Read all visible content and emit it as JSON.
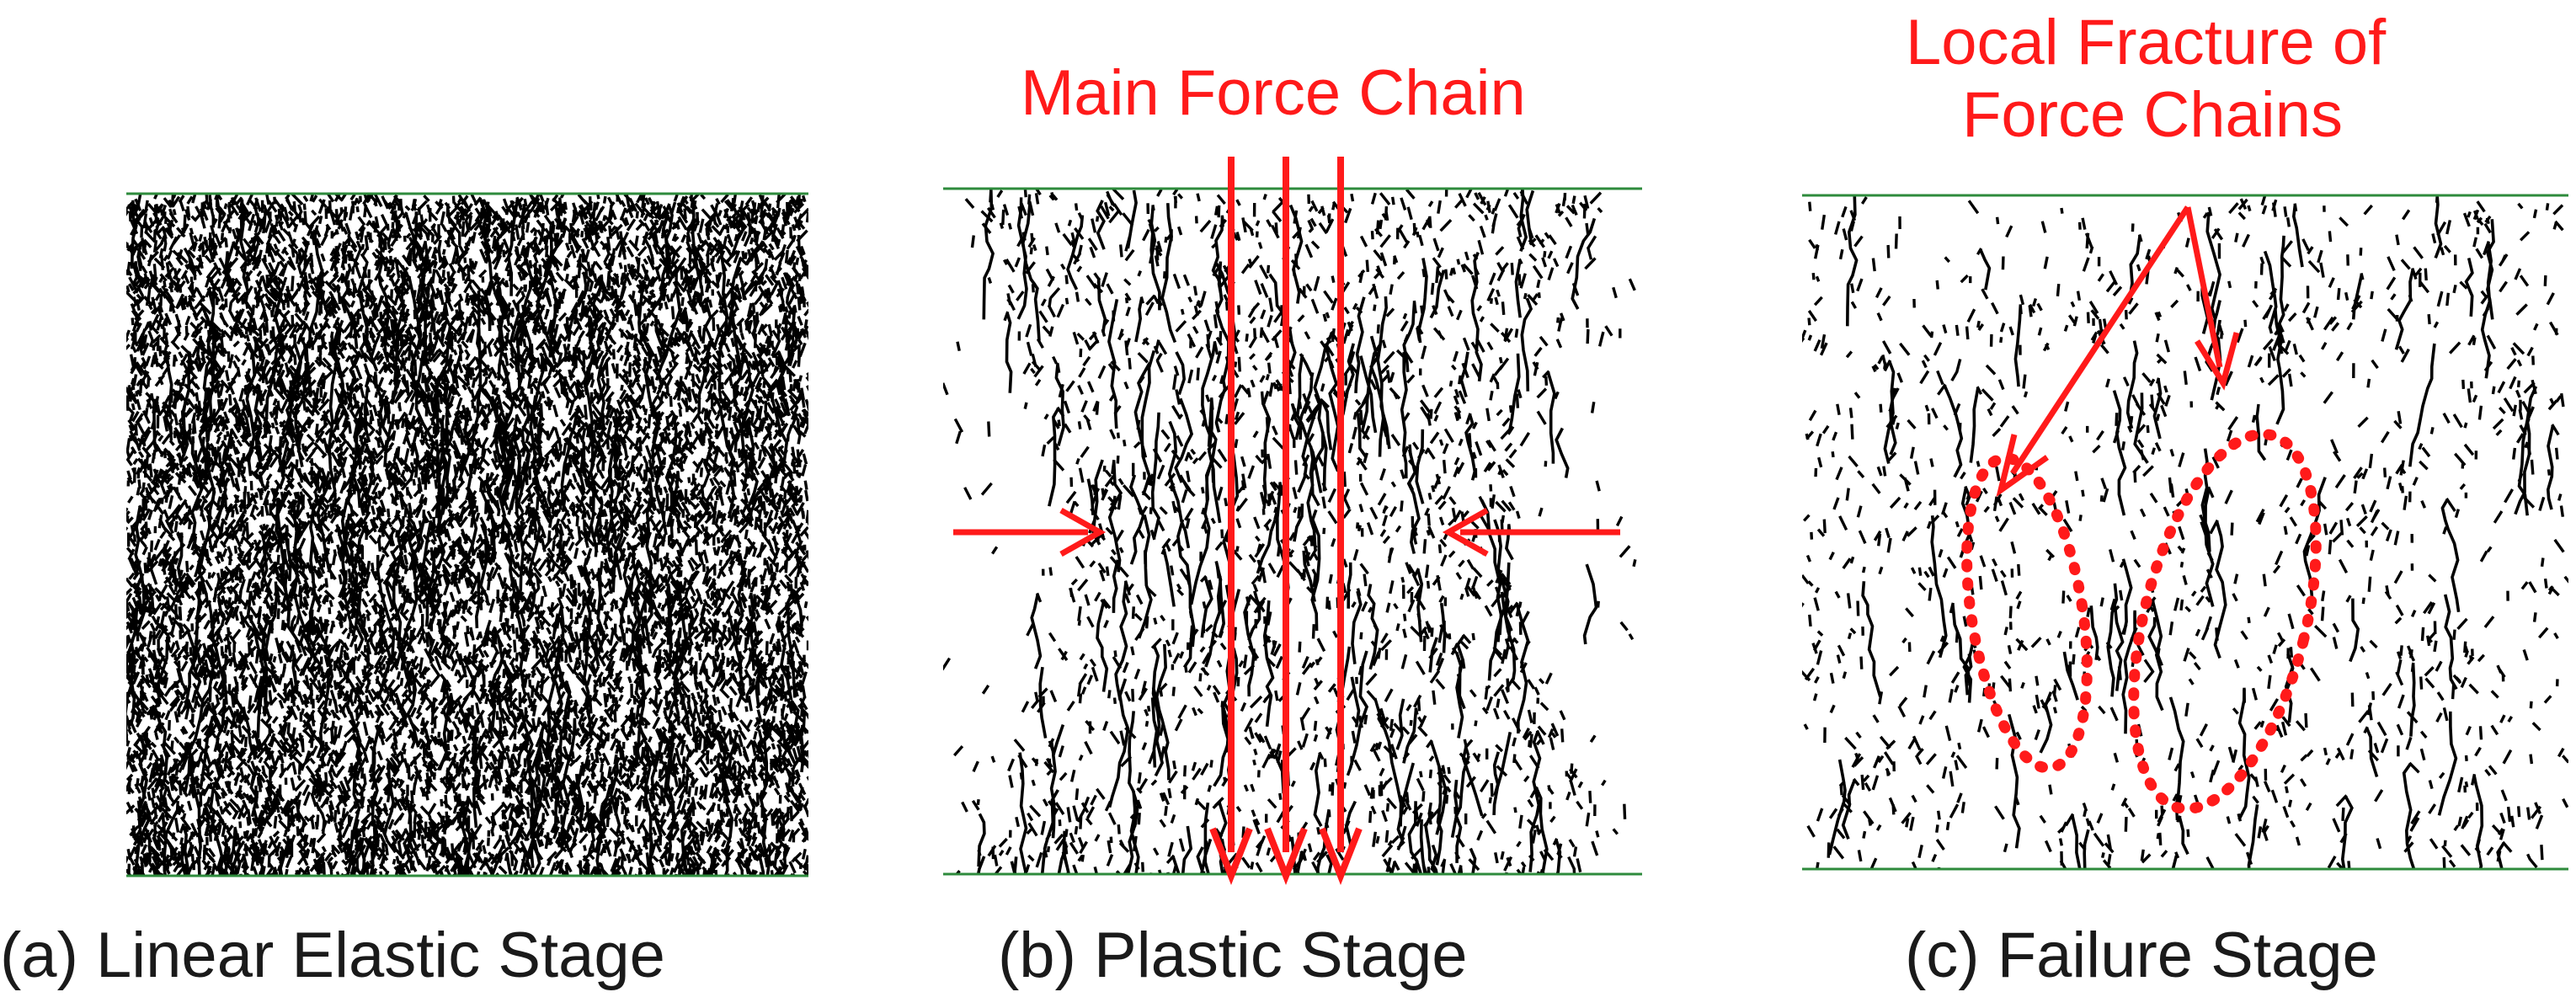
{
  "panels": [
    {
      "id": "a",
      "caption": "(a)  Linear Elastic Stage"
    },
    {
      "id": "b",
      "caption": "(b)   Plastic Stage"
    },
    {
      "id": "c",
      "caption": "(c)  Failure Stage"
    }
  ],
  "annotations": {
    "main_force_chain": "Main Force Chain",
    "local_fracture_line1": "Local Fracture of",
    "local_fracture_line2": "Force Chains"
  },
  "colors": {
    "annotation": "#ff1a1a",
    "plate_line": "#2e8b3c",
    "particles": "#000000"
  }
}
